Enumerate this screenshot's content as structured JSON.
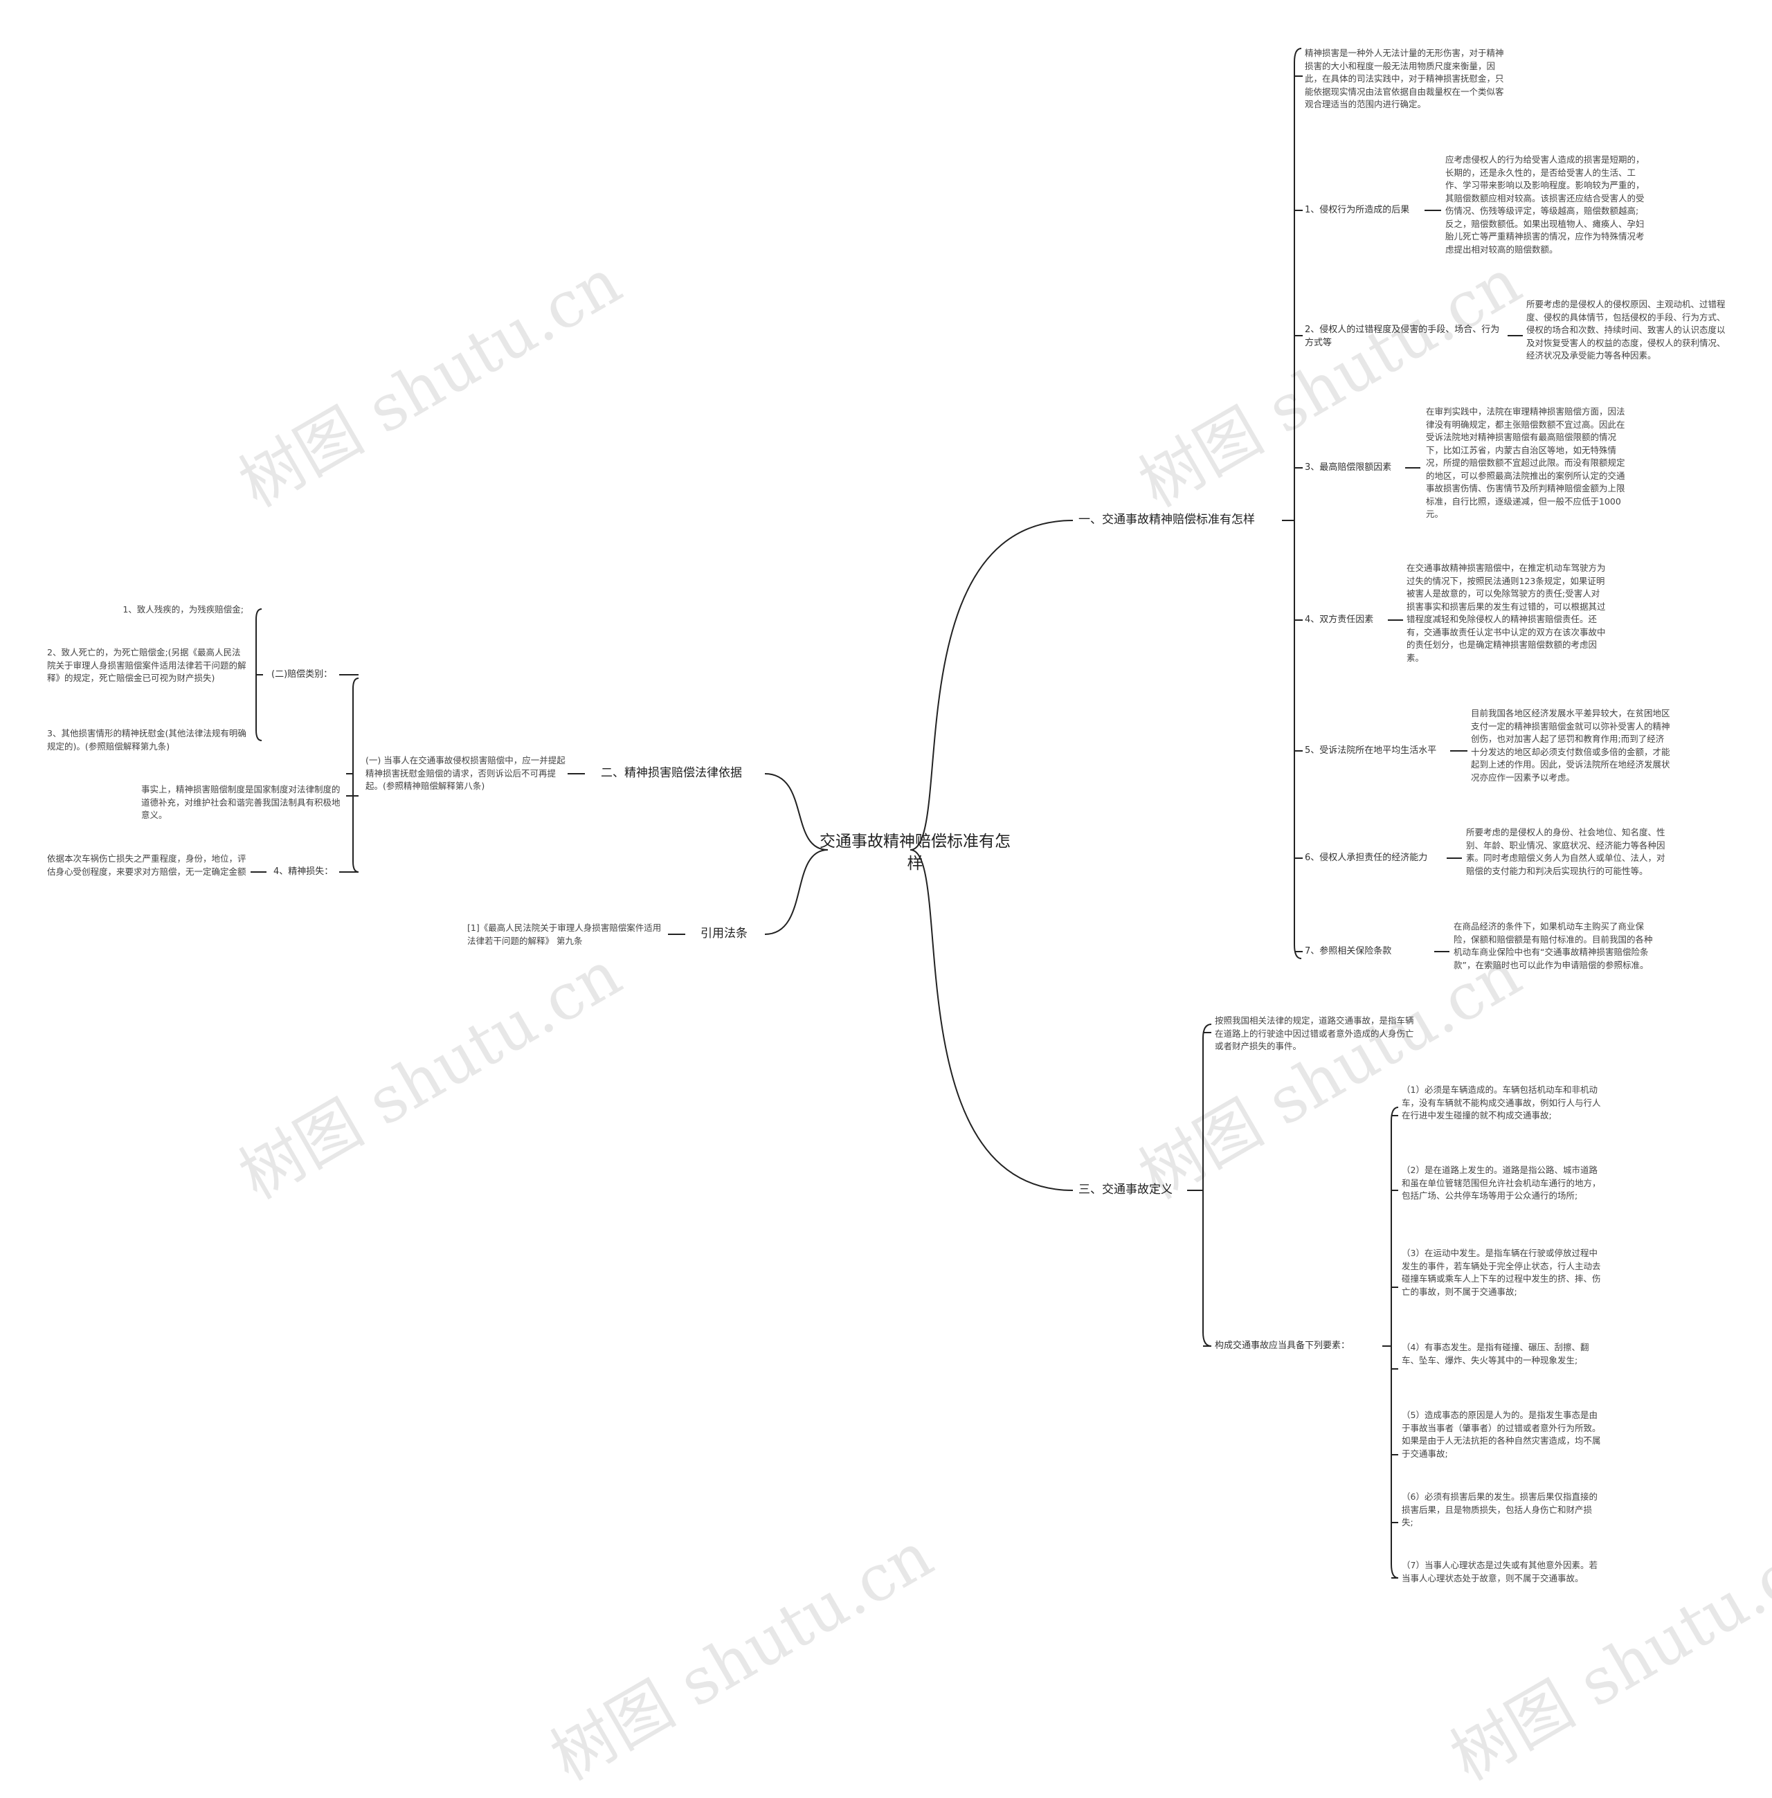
{
  "watermark": "树图 shutu.cn",
  "center": "交通事故精神赔偿标准有怎样",
  "branches": {
    "b1": {
      "label": "一、交通事故精神赔偿标准有怎样",
      "intro": "精神损害是一种外人无法计量的无形伤害，对于精神损害的大小和程度一般无法用物质尺度来衡量，因此，在具体的司法实践中，对于精神损害抚慰金，只能依据现实情况由法官依据自由裁量权在一个类似客观合理适当的范围内进行确定。",
      "items": [
        {
          "label": "1、侵权行为所造成的后果",
          "detail": "应考虑侵权人的行为给受害人造成的损害是短期的，长期的，还是永久性的，是否给受害人的生活、工作、学习带来影响以及影响程度。影响较为严重的，其赔偿数额应相对较高。该损害还应结合受害人的受伤情况、伤残等级评定，等级越高，赔偿数额越高;反之，赔偿数额低。如果出现植物人、瘫痪人、孕妇胎儿死亡等严重精神损害的情况，应作为特殊情况考虑提出相对较高的赔偿数额。"
        },
        {
          "label": "2、侵权人的过错程度及侵害的手段、场合、行为方式等",
          "detail": "所要考虑的是侵权人的侵权原因、主观动机、过错程度、侵权的具体情节，包括侵权的手段、行为方式、侵权的场合和次数、持续时间、致害人的认识态度以及对恢复受害人的权益的态度，侵权人的获利情况、经济状况及承受能力等各种因素。"
        },
        {
          "label": "3、最高赔偿限额因素",
          "detail": "在审判实践中，法院在审理精神损害赔偿方面，因法律没有明确规定，都主张赔偿数额不宜过高。因此在受诉法院地对精神损害赔偿有最高赔偿限额的情况下，比如江苏省，内蒙古自治区等地，如无特殊情况，所提的赔偿数额不宜超过此限。而没有限额规定的地区，可以参照最高法院推出的案例所认定的交通事故损害伤情、伤害情节及所判精神赔偿金额为上限标准，自行比照，逐级递减，但一般不应低于1000元。"
        },
        {
          "label": "4、双方责任因素",
          "detail": "在交通事故精神损害赔偿中，在推定机动车驾驶方为过失的情况下，按照民法通则123条规定，如果证明被害人是故意的，可以免除驾驶方的责任;受害人对损害事实和损害后果的发生有过错的，可以根据其过错程度减轻和免除侵权人的精神损害赔偿责任。还有，交通事故责任认定书中认定的双方在该次事故中的责任划分，也是确定精神损害赔偿数额的考虑因素。"
        },
        {
          "label": "5、受诉法院所在地平均生活水平",
          "detail": "目前我国各地区经济发展水平差异较大，在贫困地区支付一定的精神损害赔偿金就可以弥补受害人的精神创伤，也对加害人起了惩罚和教育作用;而到了经济十分发达的地区却必须支付数倍或多倍的金额，才能起到上述的作用。因此，受诉法院所在地经济发展状况亦应作一因素予以考虑。"
        },
        {
          "label": "6、侵权人承担责任的经济能力",
          "detail": "所要考虑的是侵权人的身份、社会地位、知名度、性别、年龄、职业情况、家庭状况、经济能力等各种因素。同时考虑赔偿义务人为自然人或单位、法人，对赔偿的支付能力和判决后实现执行的可能性等。"
        },
        {
          "label": "7、参照相关保险条款",
          "detail": "在商品经济的条件下，如果机动车主购买了商业保险，保额和赔偿额是有赔付标准的。目前我国的各种机动车商业保险中也有“交通事故精神损害赔偿险条款”，在索赔时也可以此作为申请赔偿的参照标准。"
        }
      ]
    },
    "b2": {
      "label": "二、精神损害赔偿法律依据",
      "sub": "(一) 当事人在交通事故侵权损害赔偿中，应一并提起精神损害抚慰金赔偿的请求，否则诉讼后不可再提起。(参照精神赔偿解释第八条)",
      "category": "(二)赔偿类别：",
      "category_items": [
        "1、致人残疾的，为残疾赔偿金;",
        "2、致人死亡的，为死亡赔偿金;(另据《最高人民法院关于审理人身损害赔偿案件适用法律若干问题的解释》的规定，死亡赔偿金已可视为财产损失)",
        "3、其他损害情形的精神抚慰金(其他法律法规有明确规定的)。(参照赔偿解释第九条)"
      ],
      "fact": "事实上，精神损害赔偿制度是国家制度对法律制度的道德补充，对维护社会和谐完善我国法制具有积极地意义。",
      "spirit": "4、精神损失：",
      "spirit_detail": "依据本次车祸伤亡损失之严重程度，身份，地位，评估身心受创程度，来要求对方赔偿，无一定确定金额"
    },
    "b3": {
      "label": "引用法条",
      "ref": "[1]《最高人民法院关于审理人身损害赔偿案件适用法律若干问题的解释》 第九条"
    },
    "b4": {
      "label": "三、交通事故定义",
      "def": "按照我国相关法律的规定，道路交通事故，是指车辆在道路上的行驶途中因过错或者意外造成的人身伤亡或者财产损失的事件。",
      "elements_label": "构成交通事故应当具备下列要素：",
      "elements": [
        "（1）必须是车辆造成的。车辆包括机动车和非机动车，没有车辆就不能构成交通事故，例如行人与行人在行进中发生碰撞的就不构成交通事故;",
        "（2）是在道路上发生的。道路是指公路、城市道路和虽在单位管辖范围但允许社会机动车通行的地方，包括广场、公共停车场等用于公众通行的场所;",
        "（3）在运动中发生。是指车辆在行驶或停放过程中发生的事件，若车辆处于完全停止状态，行人主动去碰撞车辆或乘车人上下车的过程中发生的挤、摔、伤亡的事故，则不属于交通事故;",
        "（4）有事态发生。是指有碰撞、碾压、刮擦、翻车、坠车、爆炸、失火等其中的一种现象发生;",
        "（5）造成事态的原因是人为的。是指发生事态是由于事故当事者（肇事者）的过错或者意外行为所致。如果是由于人无法抗拒的各种自然灾害造成，均不属于交通事故;",
        "（6）必须有损害后果的发生。损害后果仅指直接的损害后果，且是物质损失，包括人身伤亡和财产损失;",
        "（7）当事人心理状态是过失或有其他意外因素。若当事人心理状态处于故意，则不属于交通事故。"
      ]
    }
  }
}
